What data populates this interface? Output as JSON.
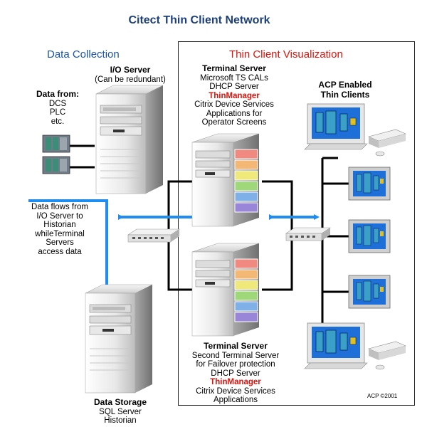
{
  "title": "Citect Thin Client Network",
  "sections": {
    "data_collection": "Data Collection",
    "thin_client_viz": "Thin Client Visualization"
  },
  "io_server": {
    "title": "I/O Server",
    "subtitle": "(Can be redundant)"
  },
  "data_from": {
    "title": "Data from:",
    "items": [
      "DCS",
      "PLC",
      "etc."
    ]
  },
  "flow_note": [
    "Data flows from",
    "I/O Server to",
    "Historian",
    "whileTerminal",
    "Servers",
    "access data"
  ],
  "terminal_server_1": {
    "title": "Terminal Server",
    "lines_before": [
      "Microsoft TS CALs",
      "DHCP Server"
    ],
    "highlight": "ThinManager",
    "lines_after": [
      "Citrix Device Services",
      "Applications for",
      "Operator Screens"
    ]
  },
  "terminal_server_2": {
    "title": "Terminal Server",
    "lines_before": [
      "Second Terminal Server",
      "for Failover protection",
      "DHCP Server"
    ],
    "highlight": "ThinManager",
    "lines_after": [
      "Citrix Device Services",
      "Applications"
    ]
  },
  "thin_clients": {
    "title_line1": "ACP Enabled",
    "title_line2": "Thin Clients"
  },
  "data_storage": {
    "title": "Data Storage",
    "lines": [
      "SQL Server",
      "Historian"
    ]
  },
  "copyright": "ACP ©2001",
  "colors": {
    "title": "#1d3f7a",
    "section_blue": "#1a54a8",
    "accent_red": "#e0120b",
    "arrow_blue": "#1f8cf0",
    "screen_blue": "#1e6fd8",
    "server_bands": [
      "#f08a80",
      "#f3b776",
      "#efe87a",
      "#9fd878",
      "#7fb0e8",
      "#9a86d8"
    ]
  },
  "icons": [
    "server-tower",
    "plc-module",
    "network-hub",
    "thin-client-terminal",
    "touch-panel"
  ]
}
